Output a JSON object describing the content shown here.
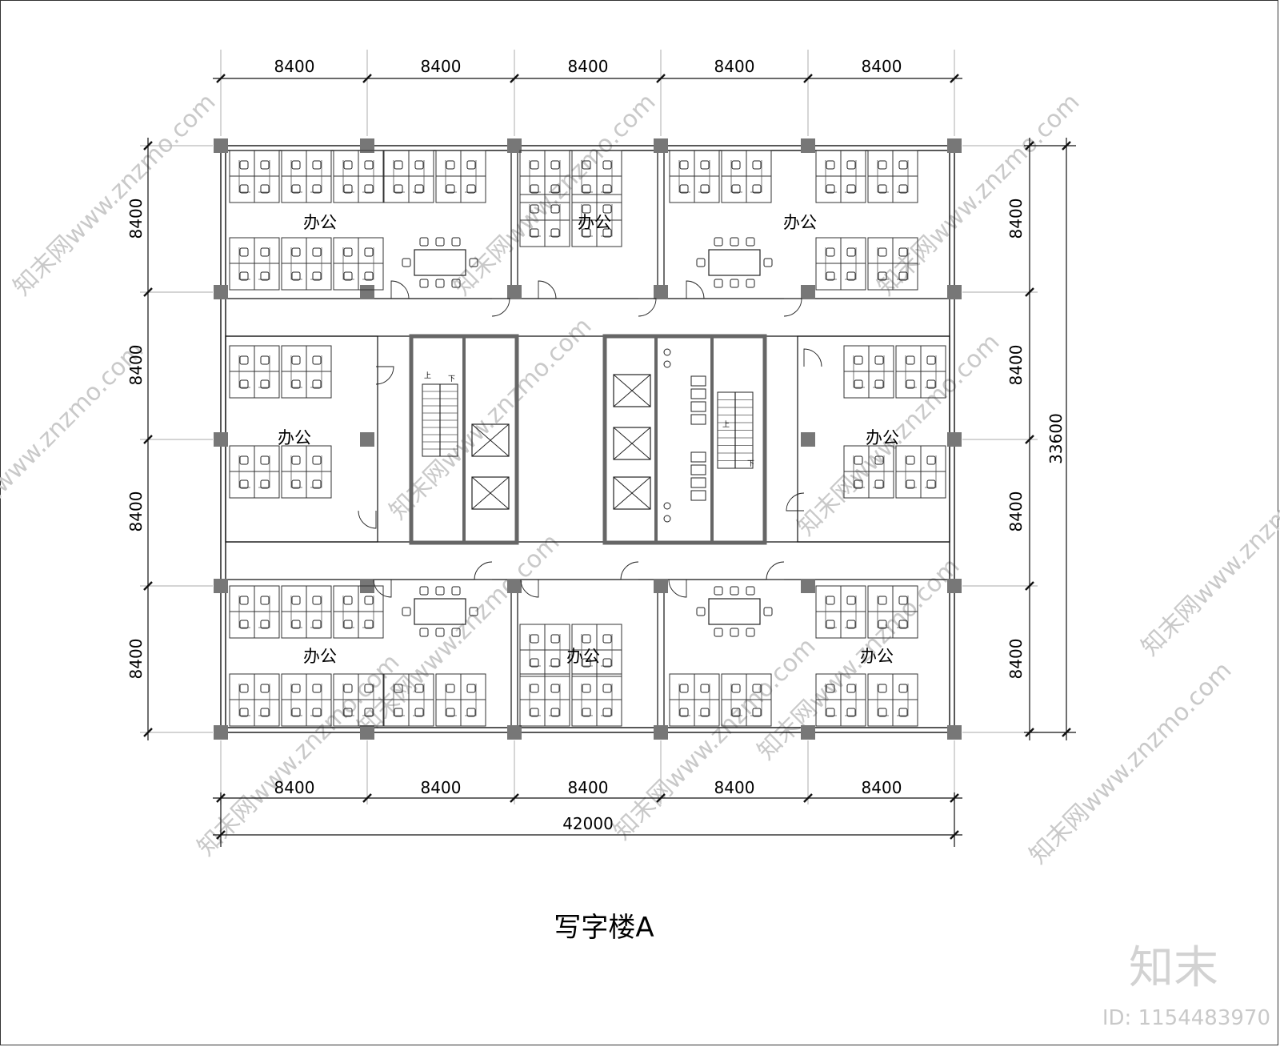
{
  "drawing": {
    "title": "写字楼A",
    "room_label": "办公",
    "top_dims": [
      "8400",
      "8400",
      "8400",
      "8400",
      "8400"
    ],
    "bottom_dims": [
      "8400",
      "8400",
      "8400",
      "8400",
      "8400"
    ],
    "total_width": "42000",
    "left_dims": [
      "8400",
      "8400",
      "8400",
      "8400"
    ],
    "right_dims": [
      "8400",
      "8400",
      "8400",
      "8400"
    ],
    "total_height": "33600",
    "stair_up": "上",
    "stair_down": "下"
  },
  "watermark": {
    "text": "知末网www.znzmo.com",
    "brand": "知末",
    "id_label": "ID: 1154483970"
  },
  "colors": {
    "line": "#111111",
    "column": "#777777",
    "core_wall": "#666666",
    "watermark": "#c9c9c9"
  }
}
